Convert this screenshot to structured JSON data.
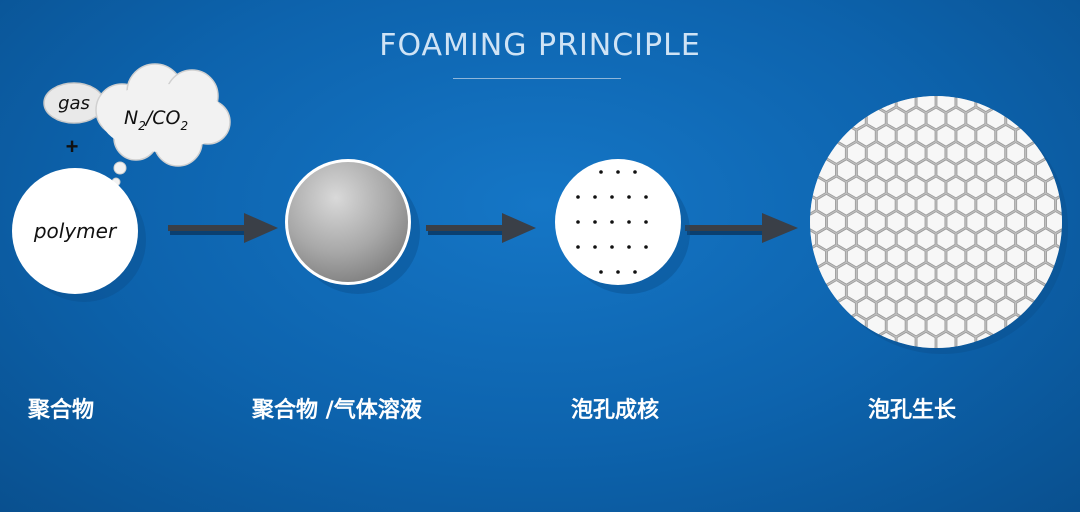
{
  "title": "FOAMING PRINCIPLE",
  "bubbles": {
    "gas": "gas",
    "plus": "+",
    "n_sym": "N",
    "n_sub": "2",
    "slash_co": "/CO",
    "co_sub": "2"
  },
  "polymer_text": "polymer",
  "stages": [
    {
      "label": "聚合物"
    },
    {
      "label": "聚合物 /气体溶液"
    },
    {
      "label": "泡孔成核"
    },
    {
      "label": "泡孔生长"
    }
  ],
  "colors": {
    "background": "#0d63ad",
    "arrow": "#333a44",
    "circle": "#ffffff"
  }
}
